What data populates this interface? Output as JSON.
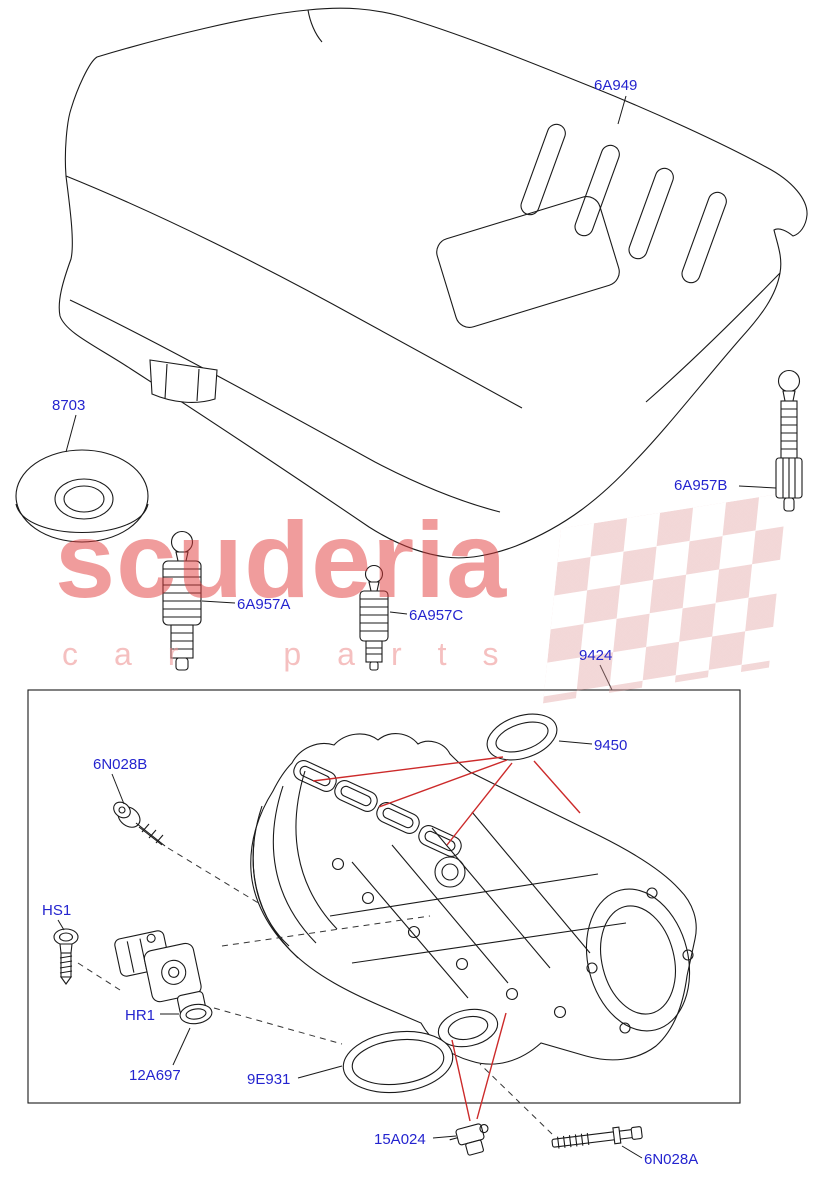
{
  "watermark": {
    "brand": "scuderia",
    "subtitle": "car parts"
  },
  "colors": {
    "label_blue": "#2424cf",
    "line_black": "#1a1a1a",
    "callout_red": "#cc2a2a",
    "watermark_pink": "#e23a3a"
  },
  "parts": [
    {
      "label": "6A949"
    },
    {
      "label": "8703"
    },
    {
      "label": "6A957B"
    },
    {
      "label": "6A957A"
    },
    {
      "label": "6A957C"
    },
    {
      "label": "9424"
    },
    {
      "label": "9450"
    },
    {
      "label": "6N028B"
    },
    {
      "label": "HS1"
    },
    {
      "label": "HR1"
    },
    {
      "label": "12A697"
    },
    {
      "label": "9E931"
    },
    {
      "label": "15A024"
    },
    {
      "label": "6N028A"
    }
  ]
}
